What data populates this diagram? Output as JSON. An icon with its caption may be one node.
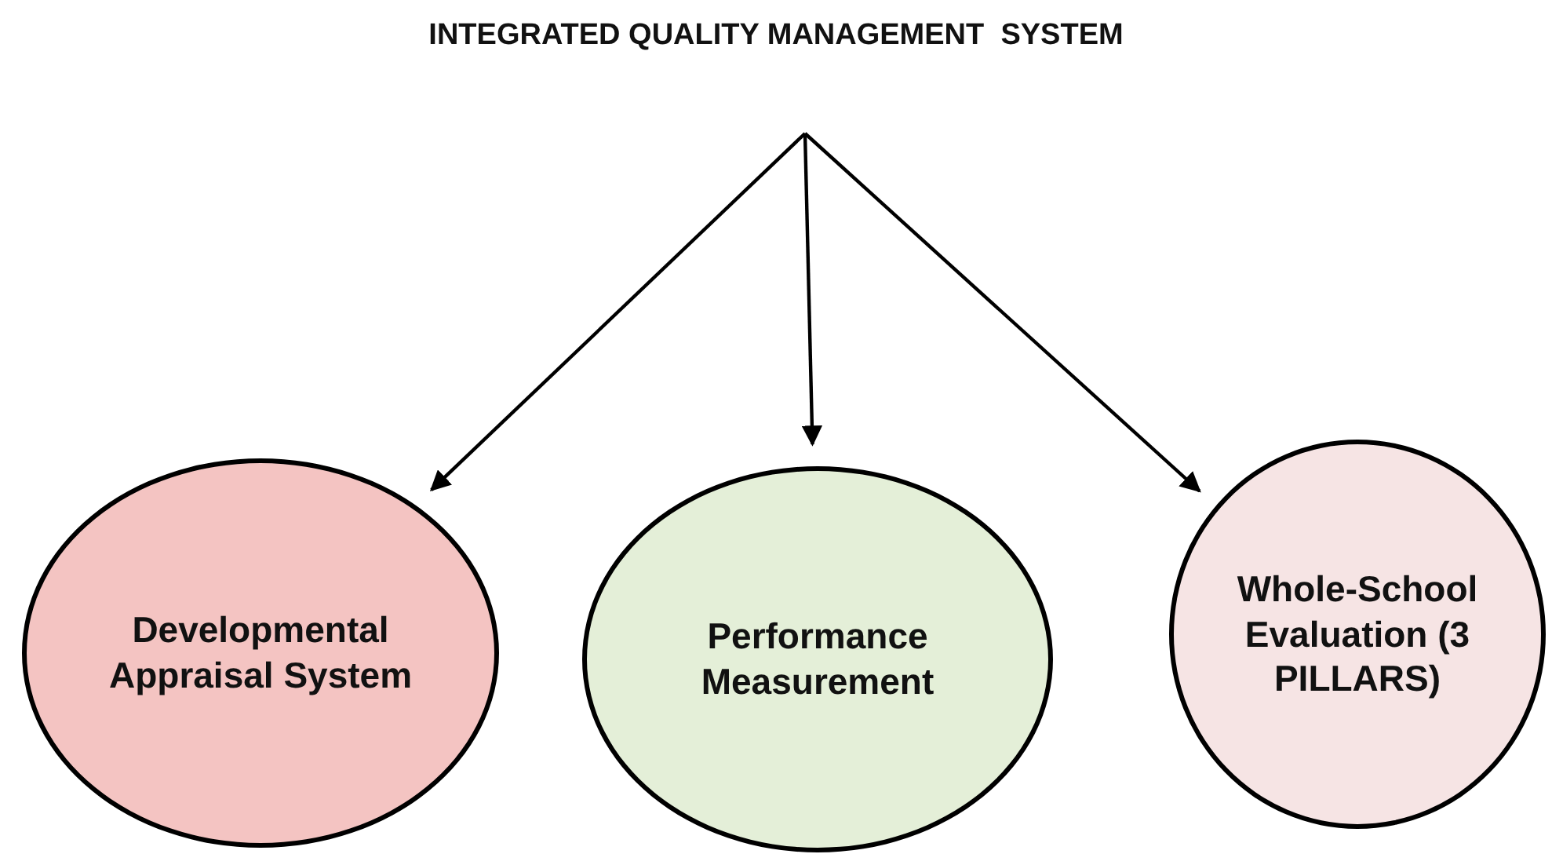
{
  "diagram": {
    "title": "INTEGRATED QUALITY MANAGEMENT  SYSTEM",
    "nodes": [
      {
        "text": [
          "Developmental Appraisal System"
        ]
      },
      {
        "text": [
          "Performance Measurement"
        ]
      },
      {
        "text": [
          "Whole-School Evaluation (3 PILLARS)"
        ]
      }
    ],
    "edges": [
      {
        "from": null,
        "to": 0,
        "arrow": "to"
      },
      {
        "from": null,
        "to": 1,
        "arrow": "to"
      },
      {
        "from": null,
        "to": 2,
        "arrow": "to"
      }
    ]
  }
}
